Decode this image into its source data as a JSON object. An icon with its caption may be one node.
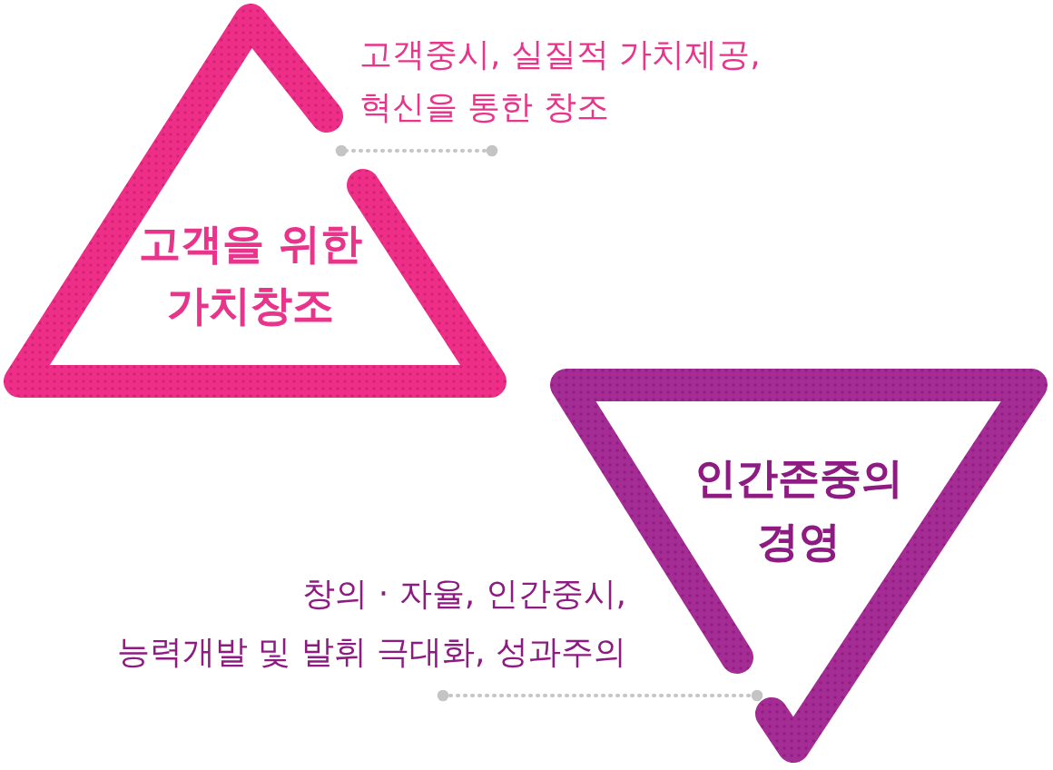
{
  "diagram": {
    "nodes": [
      {
        "text": [
          "고객을 위한 가치창조"
        ]
      },
      {
        "text": [
          "고객중시, 실질적 가치제공, 혁신을 통한 창조"
        ]
      },
      {
        "text": [
          "인간존중의 경영"
        ]
      },
      {
        "text": [
          "창의 · 자율, 인간중시, 능력개발 및 발휘 극대화, 성과주의"
        ]
      }
    ],
    "edges": [
      {
        "from": 1,
        "to": 0,
        "arrow": "other",
        "style": "dashed"
      },
      {
        "from": 3,
        "to": 2,
        "arrow": "other",
        "style": "dashed"
      }
    ]
  }
}
